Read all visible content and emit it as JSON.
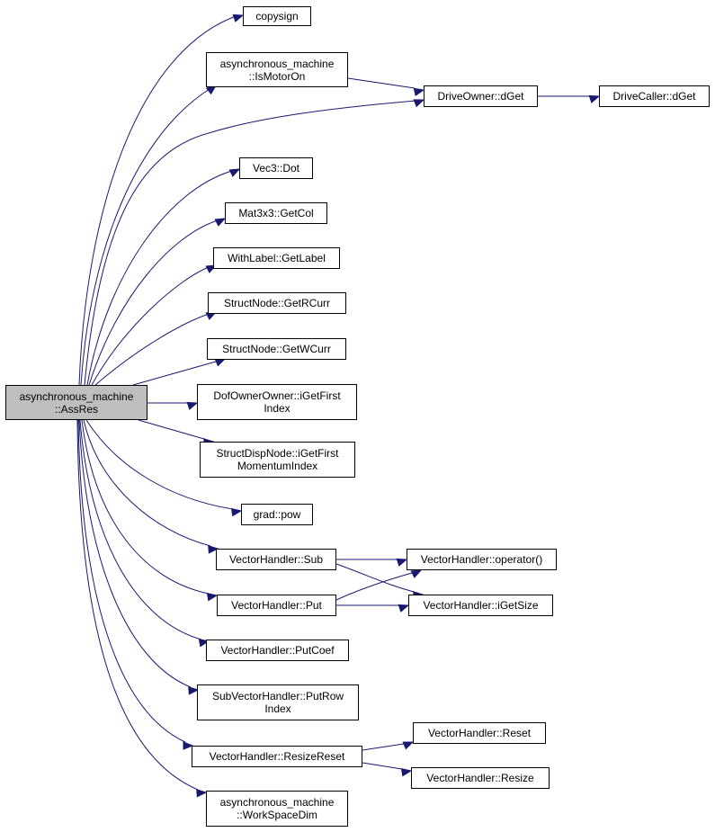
{
  "graph": {
    "edge_color": "#191970",
    "root_fill": "#bfbfbf",
    "nodes": {
      "root": [
        "asynchronous_machine",
        "::AssRes"
      ],
      "copysign": [
        "copysign"
      ],
      "is_motor_on": [
        "asynchronous_machine",
        "::IsMotorOn"
      ],
      "drive_owner_dget": [
        "DriveOwner::dGet"
      ],
      "drive_caller_dget": [
        "DriveCaller::dGet"
      ],
      "vec3_dot": [
        "Vec3::Dot"
      ],
      "mat3x3_getcol": [
        "Mat3x3::GetCol"
      ],
      "withlabel_getlabel": [
        "WithLabel::GetLabel"
      ],
      "structnode_getrcurr": [
        "StructNode::GetRCurr"
      ],
      "structnode_getwcurr": [
        "StructNode::GetWCurr"
      ],
      "dofowner_igetfirstindex": [
        "DofOwnerOwner::iGetFirst",
        "Index"
      ],
      "structdispnode_igetfirstmomentumindex": [
        "StructDispNode::iGetFirst",
        "MomentumIndex"
      ],
      "grad_pow": [
        "grad::pow"
      ],
      "vh_sub": [
        "VectorHandler::Sub"
      ],
      "vh_operator": [
        "VectorHandler::operator()"
      ],
      "vh_put": [
        "VectorHandler::Put"
      ],
      "vh_igetsize": [
        "VectorHandler::iGetSize"
      ],
      "vh_putcoef": [
        "VectorHandler::PutCoef"
      ],
      "subvh_putrowindex": [
        "SubVectorHandler::PutRow",
        "Index"
      ],
      "vh_resizereset": [
        "VectorHandler::ResizeReset"
      ],
      "vh_reset": [
        "VectorHandler::Reset"
      ],
      "vh_resize": [
        "VectorHandler::Resize"
      ],
      "workspacedim": [
        "asynchronous_machine",
        "::WorkSpaceDim"
      ]
    }
  }
}
